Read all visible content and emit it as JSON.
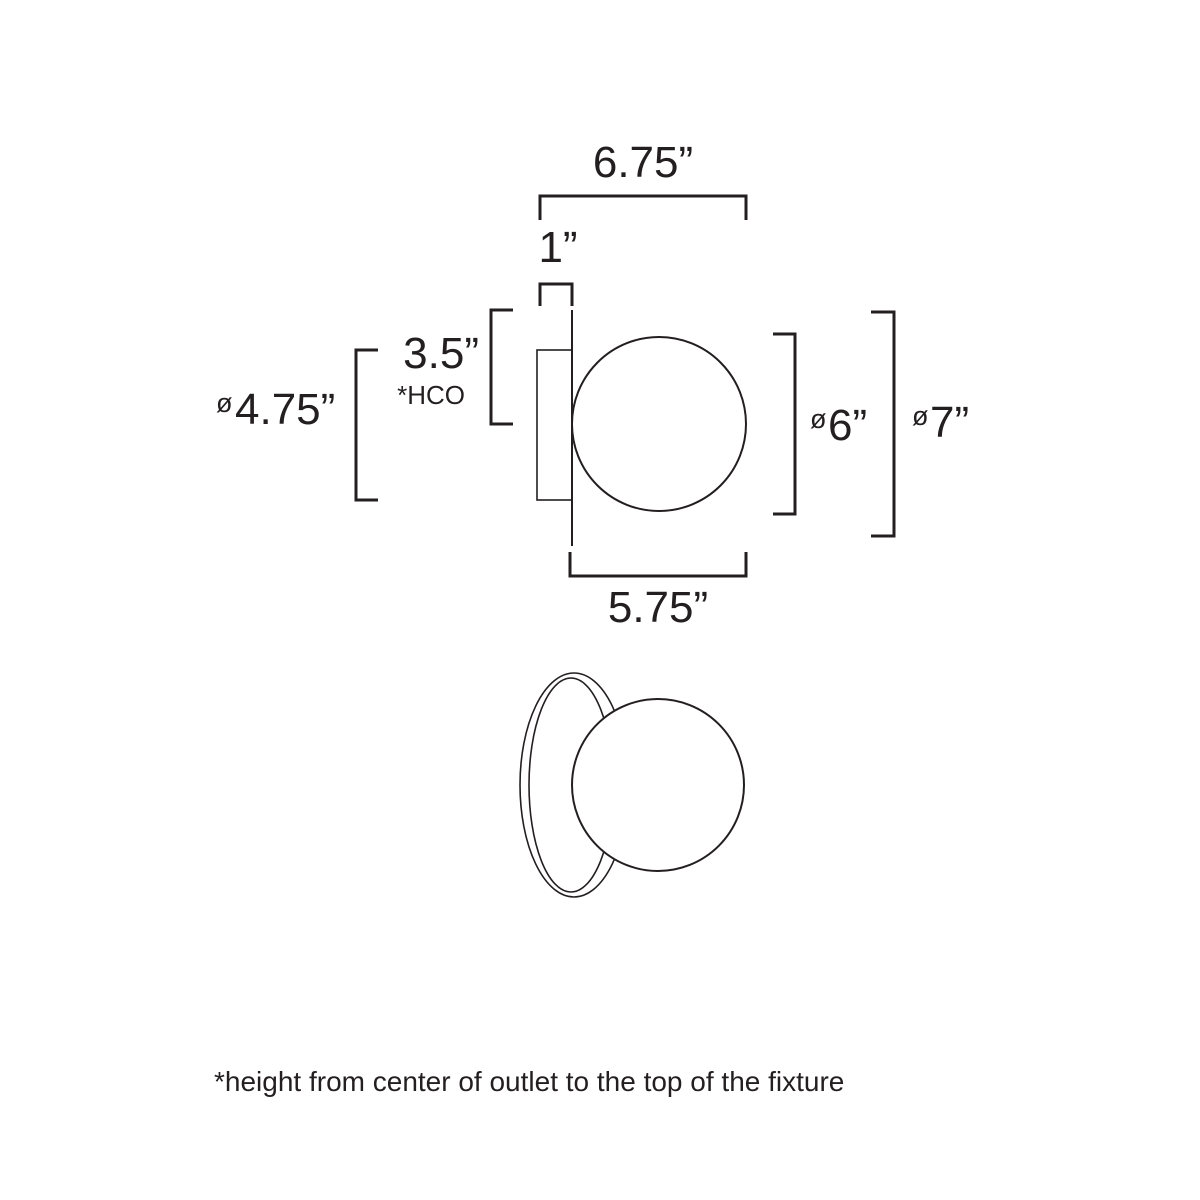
{
  "diagram": {
    "dims": {
      "top_width": {
        "value": "6.75”"
      },
      "plate_depth": {
        "value": "1”"
      },
      "hco": {
        "value": "3.5”",
        "note": "*HCO"
      },
      "backplate_diameter": {
        "prefix": "ø",
        "value": "4.75”"
      },
      "globe_diameter": {
        "prefix": "ø",
        "value": "6”"
      },
      "fixture_height": {
        "prefix": "ø",
        "value": "7”"
      },
      "bottom_width": {
        "value": "5.75”"
      }
    },
    "footnote": "*height from center of outlet to the top of the fixture",
    "colors": {
      "line": "#231f20",
      "background": "#ffffff"
    }
  }
}
